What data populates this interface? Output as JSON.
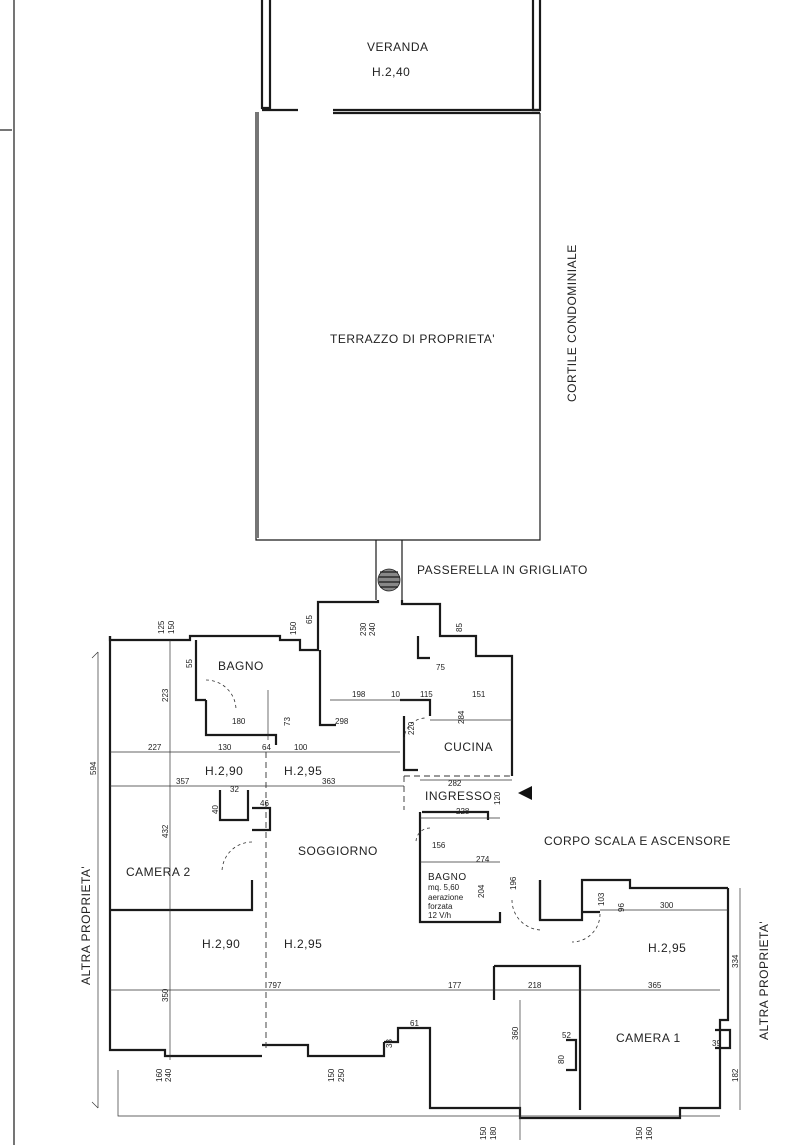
{
  "rooms": {
    "veranda": "VERANDA",
    "veranda_height": "H.2,40",
    "terrazzo": "TERRAZZO DI PROPRIETA'",
    "cortile": "CORTILE CONDOMINIALE",
    "passerella": "PASSERELLA IN GRIGLIATO",
    "bagno1": "BAGNO",
    "cucina": "CUCINA",
    "ingresso": "INGRESSO",
    "corpo_scala": "CORPO SCALA E ASCENSORE",
    "soggiorno": "SOGGIORNO",
    "camera2": "CAMERA 2",
    "camera1": "CAMERA 1",
    "bagno2": "BAGNO",
    "bagno2_area": "mq. 5,60",
    "bagno2_note1": "aerazione",
    "bagno2_note2": "forzata",
    "bagno2_note3": "12 V/h",
    "altra_left": "ALTRA PROPRIETA'",
    "altra_right": "ALTRA PROPRIETA'"
  },
  "heights": {
    "h290_a": "H.2,90",
    "h295_a": "H.2,95",
    "h290_b": "H.2,90",
    "h295_b": "H.2,95",
    "h295_c": "H.2,95"
  },
  "dimensions": {
    "d594": "594",
    "d223": "223",
    "d432": "432",
    "d350": "350",
    "d227": "227",
    "d130": "130",
    "d64": "64",
    "d100": "100",
    "d357": "357",
    "d363": "363",
    "d180": "180",
    "d73": "73",
    "d298": "298",
    "d198": "198",
    "d10a": "10",
    "d115": "115",
    "d151": "151",
    "d284": "284",
    "d220": "220",
    "d282": "282",
    "d228": "228",
    "d120": "120",
    "d156": "156",
    "d274": "274",
    "d204": "204",
    "d196": "196",
    "d797": "797",
    "d177": "177",
    "d218": "218",
    "d365": "365",
    "d300": "300",
    "d334": "334",
    "d182": "182",
    "d360": "360",
    "d52": "52",
    "d80": "80",
    "d39": "39",
    "d61": "61",
    "d33": "33",
    "d55": "55",
    "d150a": "150",
    "d65": "65",
    "d230": "230",
    "d240a": "240",
    "d85": "85",
    "d75": "75",
    "d103": "103",
    "d96": "96",
    "d160": "160",
    "d240b": "240",
    "d150b": "150",
    "d250": "250",
    "d150c": "150",
    "d180b": "180",
    "d150d": "150",
    "d160b": "160",
    "d125": "125",
    "d150e": "150",
    "d40": "40",
    "d32": "32",
    "d46": "46"
  }
}
